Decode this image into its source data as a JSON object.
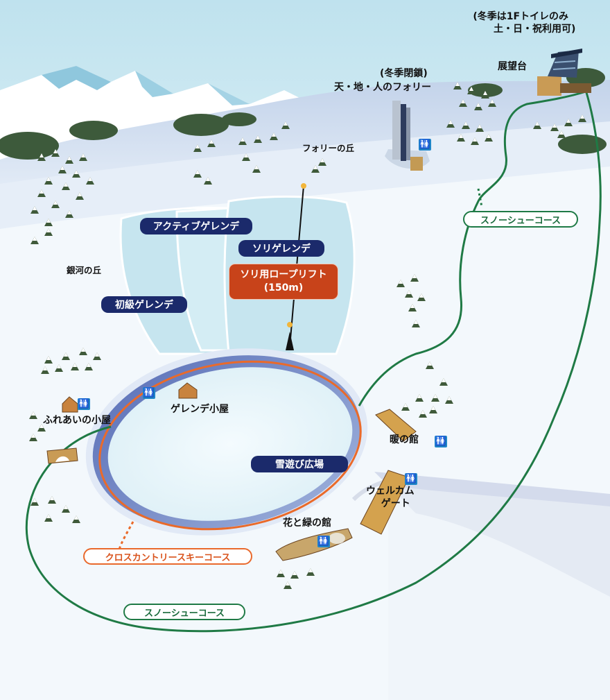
{
  "labels": {
    "toilet_note_line1": "(冬季は1Fトイレのみ",
    "toilet_note_line2": "土・日・祝利用可)",
    "observatory": "展望台",
    "folly_note": "(冬季閉鎖)",
    "folly": "天・地・人のフォリー",
    "folly_hill": "フォリーの丘",
    "ginga_hill": "銀河の丘",
    "fureai_hut": "ふれあいの小屋",
    "gelande_hut": "ゲレンデ小屋",
    "dan_no_yakata": "暖の館",
    "welcome_gate_line1": "ウェルカム",
    "welcome_gate_line2": "ゲート",
    "hana_midori": "花と緑の館"
  },
  "areas": {
    "active_gelande": "アクティブゲレンデ",
    "sled_gelande": "ソリゲレンデ",
    "beginner_gelande": "初級ゲレンデ",
    "snow_play_plaza": "雪遊び広場"
  },
  "lift": {
    "name": "ソリ用ロープリフト",
    "length": "(150m)"
  },
  "courses": {
    "snowshoe_top": "スノーシューコース",
    "snowshoe_bottom": "スノーシューコース",
    "cross_country": "クロスカントリースキーコース"
  },
  "icons": {
    "toilet": "restroom-icon",
    "wc_glyph": "🚻"
  },
  "colors": {
    "sky": "#c4e4ef",
    "snow": "#eef6fb",
    "gelande": "#c9e6ef",
    "pill_blue": "#1b2a6b",
    "lift_red": "#c8431a",
    "course_green": "#1f7a45",
    "course_orange": "#e9692c",
    "toilet_blue": "#1f86c9"
  }
}
